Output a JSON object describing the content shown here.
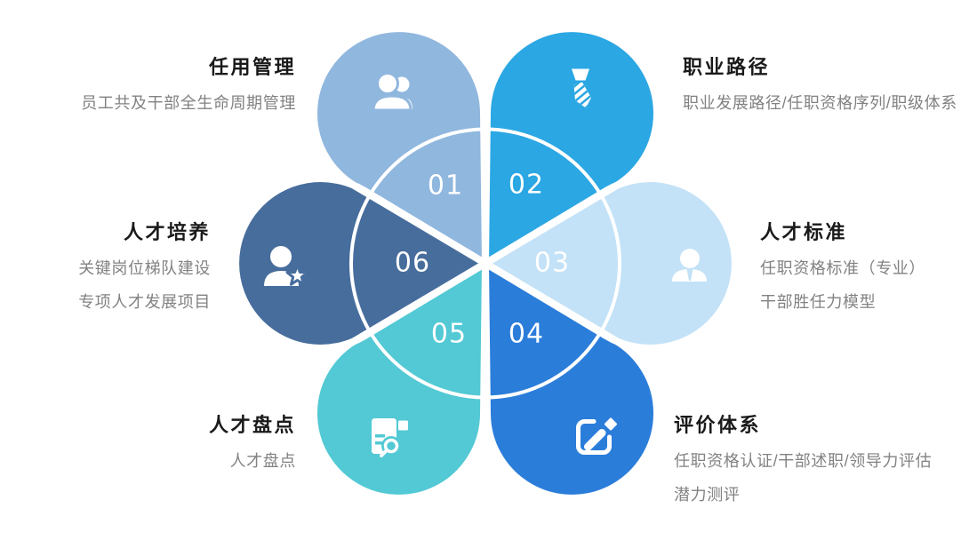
{
  "petals": [
    {
      "number": "01",
      "color": "#90B7DE",
      "icon": "users-icon",
      "title": "任用管理",
      "subtitles": [
        "员工共及干部全生命周期管理"
      ]
    },
    {
      "number": "02",
      "color": "#2BA7E3",
      "icon": "necktie-icon",
      "title": "职业路径",
      "subtitles": [
        "职业发展路径/任职资格序列/职级体系"
      ]
    },
    {
      "number": "03",
      "color": "#C3E2F7",
      "icon": "person-icon",
      "title": "人才标准",
      "subtitles": [
        "任职资格标准（专业）",
        "干部胜任力模型"
      ]
    },
    {
      "number": "04",
      "color": "#2B7DDA",
      "icon": "edit-icon",
      "title": "评价体系",
      "subtitles": [
        "任职资格认证/干部述职/领导力评估",
        "潜力测评"
      ]
    },
    {
      "number": "05",
      "color": "#52C9D4",
      "icon": "doc-search-icon",
      "title": "人才盘点",
      "subtitles": [
        "人才盘点"
      ]
    },
    {
      "number": "06",
      "color": "#476D9D",
      "icon": "person-star-icon",
      "title": "人才培养",
      "subtitles": [
        "关键岗位梯队建设",
        "专项人才发展项目"
      ]
    }
  ],
  "ring_color": "#ffffff",
  "number_color": "#ffffff"
}
